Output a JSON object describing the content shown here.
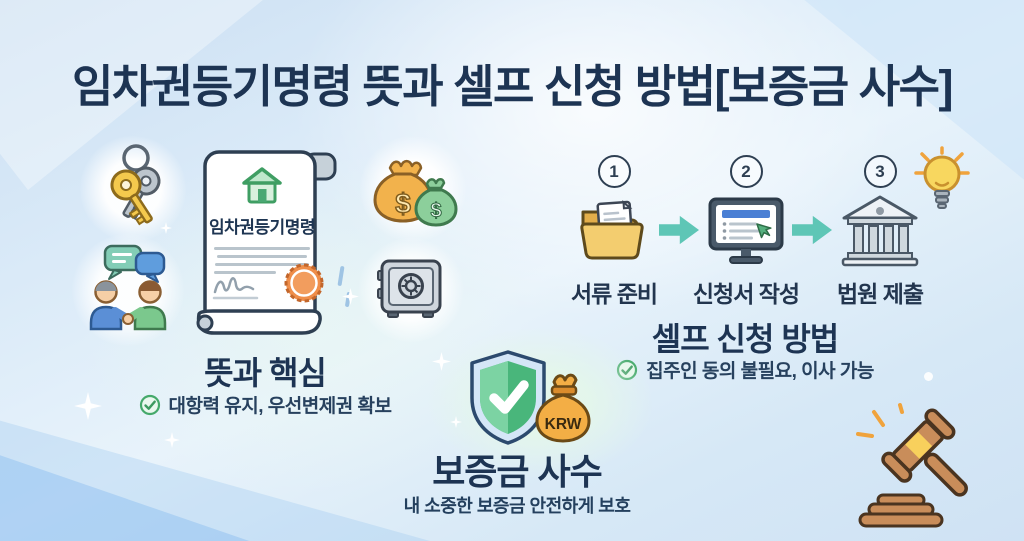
{
  "title": "임차권등기명령 뜻과 셀프 신청 방법[보증금 사수]",
  "meaning_section": {
    "document_title": "임차권등기명령",
    "heading": "뜻과 핵심",
    "benefit": "대항력 유지, 우선변제권 확보",
    "money_symbol": "$"
  },
  "apply_section": {
    "heading": "셀프 신청 방법",
    "benefit": "집주인 동의 불필요, 이사 가능",
    "steps": [
      {
        "number": "1",
        "label": "서류 준비"
      },
      {
        "number": "2",
        "label": "신청서 작성"
      },
      {
        "number": "3",
        "label": "법원 제출"
      }
    ]
  },
  "deposit_section": {
    "heading": "보증금 사수",
    "subtitle": "내 소중한 보증금 안전하게 보호",
    "bag_label": "KRW"
  },
  "colors": {
    "title_navy": "#1d3453",
    "accent_teal": "#5ec6b6",
    "check_green": "#45a96b",
    "folder_yellow": "#f3cd6f",
    "seal_orange": "#ef8e4a",
    "shield_green": "#4db87e",
    "bag_gold": "#f3ae45",
    "background_blue": "#d9e9f7"
  }
}
